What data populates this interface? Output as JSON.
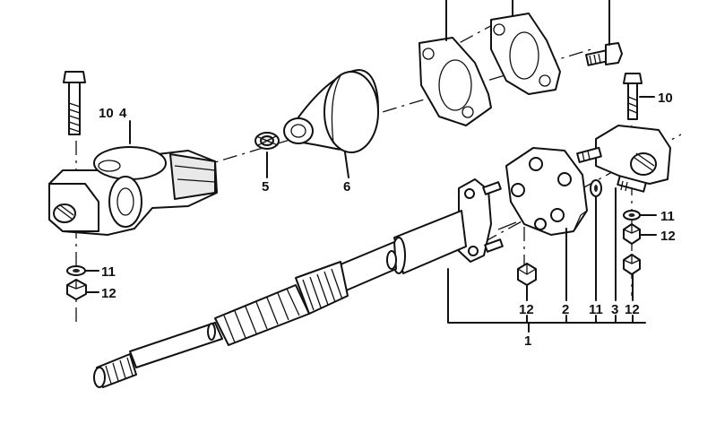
{
  "callouts": {
    "c10a": "10",
    "c4": "4",
    "c10b": "10",
    "c5": "5",
    "c6": "6",
    "c11a": "11",
    "c12a": "12",
    "c11b": "11",
    "c12b": "12",
    "c12c": "12",
    "c2": "2",
    "c11c": "11",
    "c3": "3",
    "c12d": "12",
    "c1": "1"
  }
}
